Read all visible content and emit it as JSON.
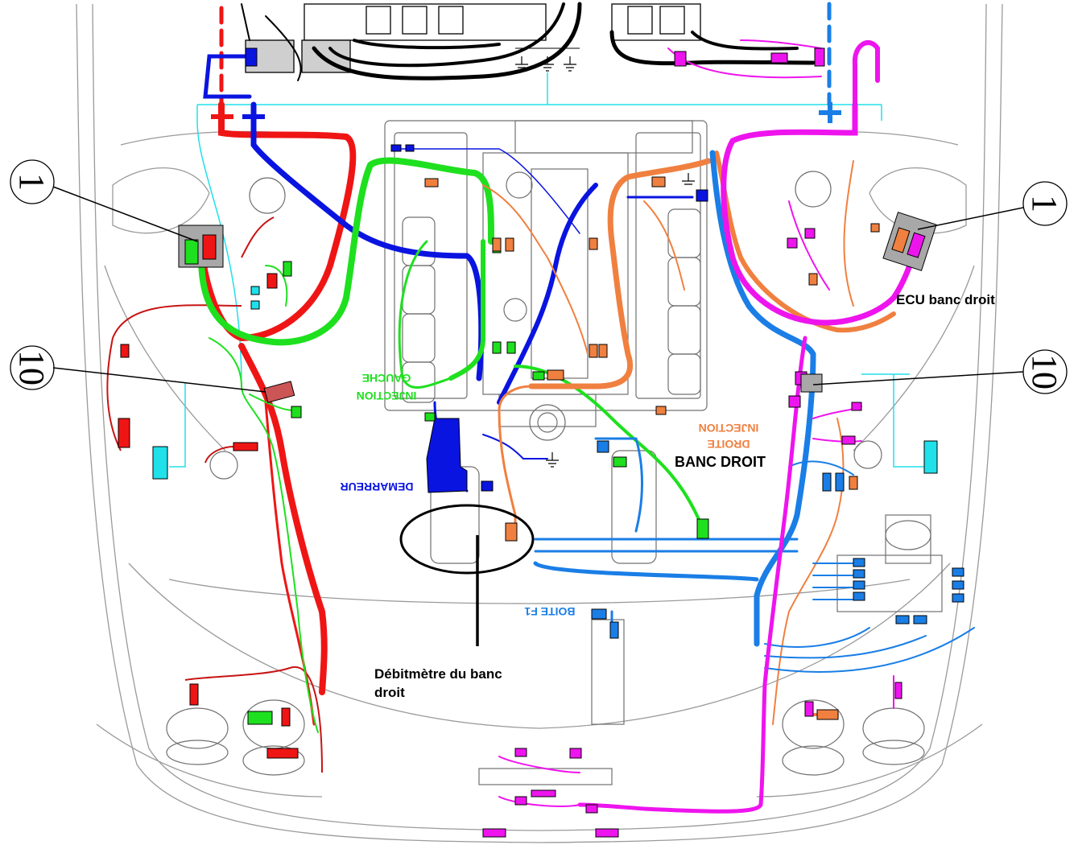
{
  "callouts": {
    "left_1": "1",
    "right_1": "1",
    "left_10": "10",
    "right_10": "10"
  },
  "labels": {
    "ecu": "ECU banc droit",
    "banc_droit": "BANC DROIT",
    "debit_line1": "Débitmètre du banc",
    "debit_line2": "droit",
    "injection_gauche_1": "INJECTION",
    "injection_gauche_2": "GAUCHE",
    "injection_droite_1": "INJECTION",
    "injection_droite_2": "DROITE",
    "demarreur": "DEMARREUR",
    "boite": "BOITE F1"
  },
  "colors": {
    "red": "#ef1515",
    "green": "#1ee01e",
    "blue": "#0a14e0",
    "orange": "#f08040",
    "magenta": "#ee14ee",
    "lightblue": "#1a7ee6",
    "cyan": "#20e0ea",
    "darkred": "#c81414",
    "black": "#000000"
  }
}
